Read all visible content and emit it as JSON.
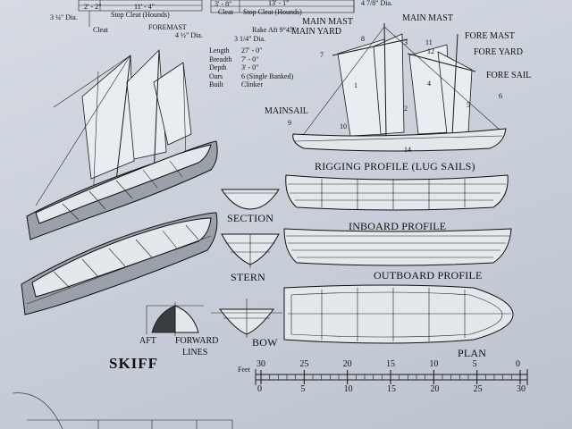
{
  "top_dims": {
    "dia_left": "3 ¼\" Dia.",
    "cleat_left": "Cleat",
    "dim_a": "11' - 4\"",
    "dim_b": "2' - 2\"",
    "stop_cleat_1": "Stop Cleat (Hounds)",
    "foremast": "FOREMAST",
    "foremast_dia": "4 ½\" Dia.",
    "cleat_right": "Cleat",
    "dim_c": "13' - 1\"",
    "dim_d": "3' - 8\"",
    "stop_cleat_2": "Stop Cleat (Hounds)",
    "dia_right": "4 7/8\" Dia.",
    "mast_dia": "3 1/4\" Dia.",
    "rake": "Rake Aft 9°45\""
  },
  "specs": [
    {
      "key": "Length",
      "value": "27' - 0\""
    },
    {
      "key": "Breadth",
      "value": "7' - 0\""
    },
    {
      "key": "Depth",
      "value": "3' - 0\""
    },
    {
      "key": "Oars",
      "value": "6 (Single Banked)"
    },
    {
      "key": "Built",
      "value": "Clinker"
    }
  ],
  "rigging_labels": {
    "main_mast_a": "MAIN MAST",
    "main_yard": "MAIN YARD",
    "main_mast_b": "MAIN MAST",
    "fore_mast": "FORE MAST",
    "fore_yard": "FORE YARD",
    "fore_sail": "FORE SAIL",
    "mainsail": "MAINSAIL",
    "n1": "1",
    "n2": "2",
    "n3": "3",
    "n4": "4",
    "n5": "5",
    "n6": "6",
    "n7": "7",
    "n8": "8",
    "n9": "9",
    "n10": "10",
    "n11": "11",
    "n12": "12",
    "n14": "14"
  },
  "captions": {
    "rigging_profile": "RIGGING PROFILE (LUG SAILS)",
    "section": "SECTION",
    "inboard_profile": "INBOARD PROFILE",
    "stern": "STERN",
    "outboard_profile": "OUTBOARD PROFILE",
    "aft": "AFT",
    "forward": "FORWARD",
    "lines": "LINES",
    "bow": "BOW",
    "plan": "PLAN",
    "title": "SKIFF"
  },
  "scale": {
    "unit": "Feet",
    "top_ticks": [
      "30",
      "25",
      "20",
      "15",
      "10",
      "5",
      "0"
    ],
    "bottom_ticks": [
      "0",
      "5",
      "10",
      "15",
      "20",
      "25",
      "30"
    ]
  }
}
